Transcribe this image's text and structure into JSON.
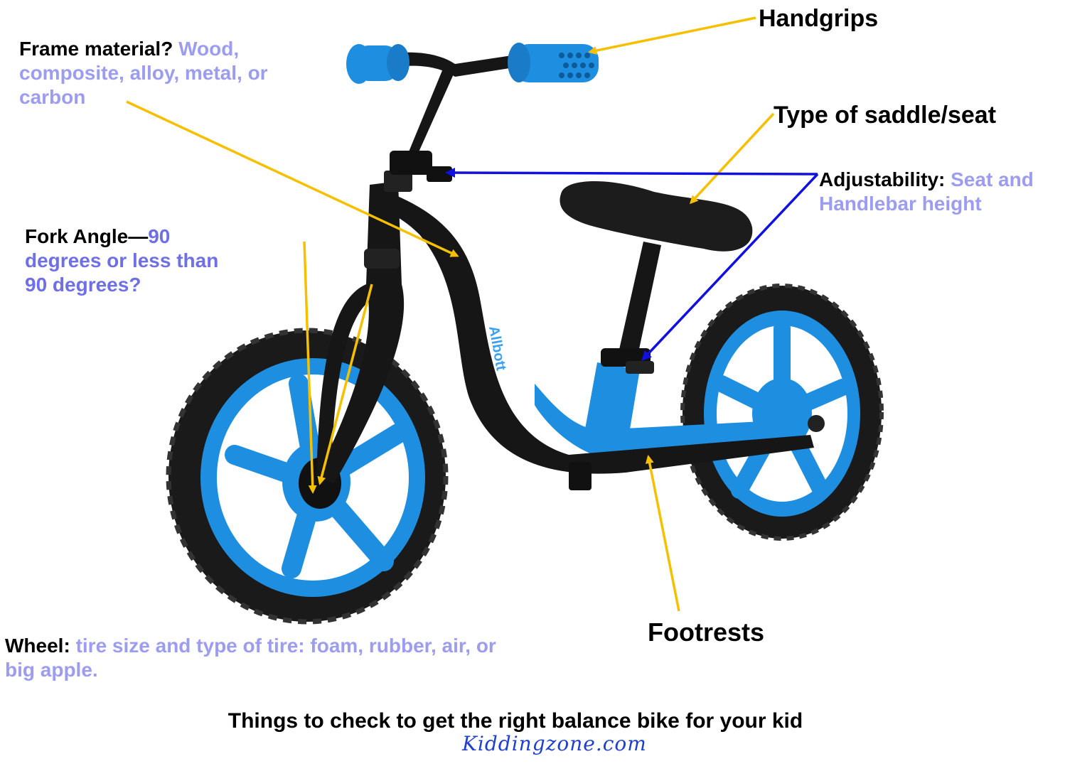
{
  "labels": {
    "handgrips": "Handgrips",
    "frame_q": "Frame material?",
    "frame_a": "Wood, composite, alloy, metal, or carbon",
    "saddle": "Type of saddle/seat",
    "adjust_q": "Adjustability:",
    "adjust_a": "Seat and Handlebar height",
    "fork_q": "Fork Angle—",
    "fork_a": "90 degrees or less than 90 degrees?",
    "footrests": "Footrests",
    "wheel_q": "Wheel:",
    "wheel_a": "tire size and type of tire: foam, rubber, air, or big apple."
  },
  "caption": "Things to check to get the right balance bike for your kid",
  "watermark": "Kiddingzone.com",
  "bike_brand": "Allbott",
  "colors": {
    "arrow_yellow": "#f5c000",
    "arrow_blue": "#1010e0",
    "highlight_text": "#9c9cf0",
    "bike_blue": "#1e8fe0",
    "bike_black": "#161616"
  }
}
